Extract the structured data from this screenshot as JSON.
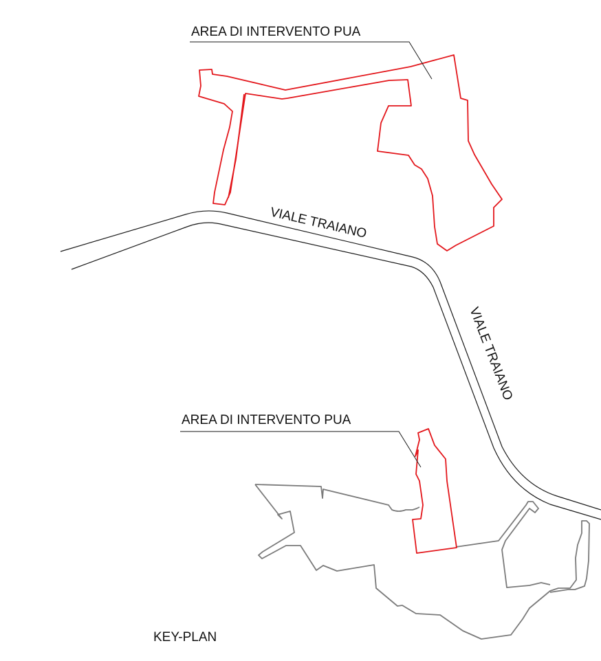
{
  "map": {
    "labels": {
      "area_top": "AREA DI INTERVENTO PUA",
      "area_bottom": "AREA DI INTERVENTO PUA",
      "road_upper": "VIALE TRAIANO",
      "road_diagonal": "VIALE TRAIANO",
      "key_plan": "KEY-PLAN"
    },
    "colors": {
      "intervention_area": "#e3161b",
      "roads": "#1a1a1a",
      "coastline": "#7a7a7a",
      "background": "#ffffff"
    }
  }
}
